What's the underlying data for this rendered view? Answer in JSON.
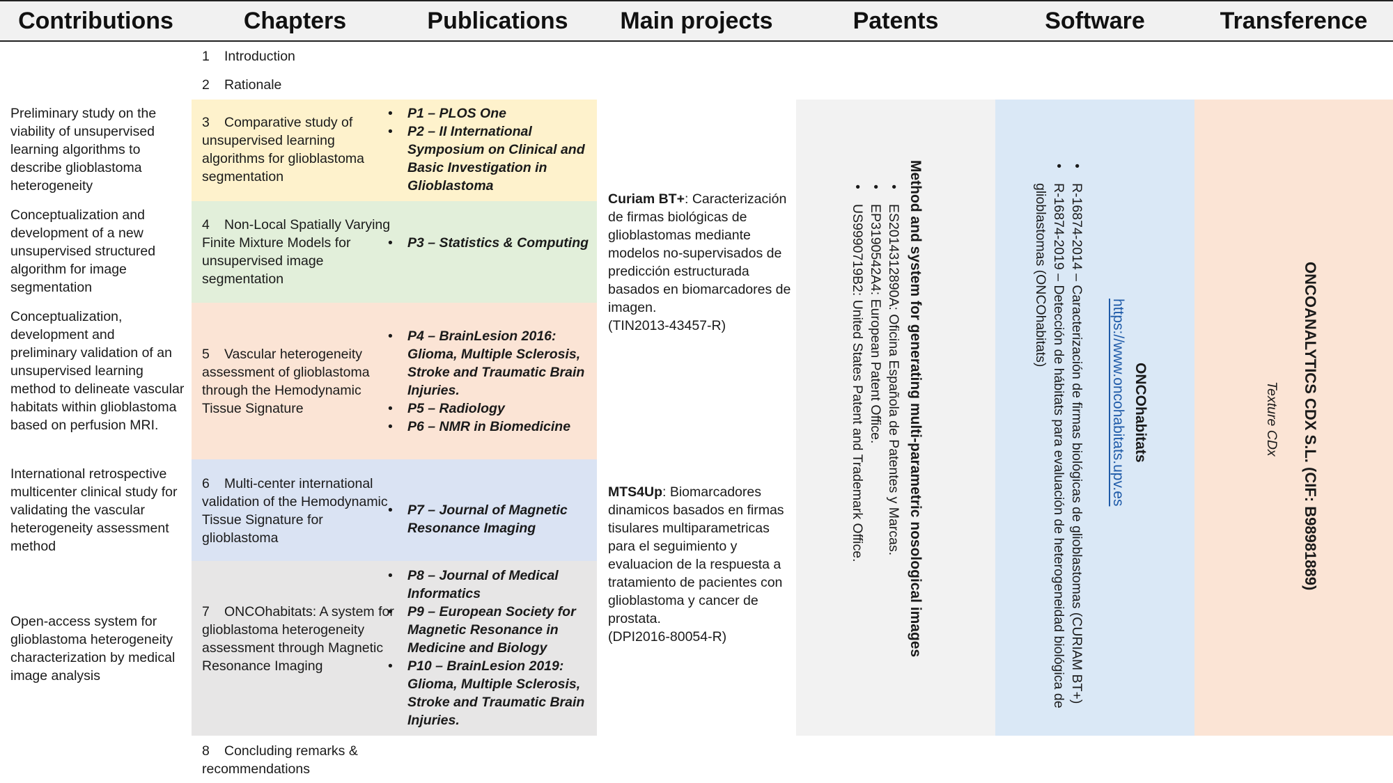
{
  "headers": {
    "contributions": "Contributions",
    "chapters": "Chapters",
    "publications": "Publications",
    "main_projects": "Main projects",
    "patents": "Patents",
    "software": "Software",
    "transference": "Transference"
  },
  "colors": {
    "ch3": "#fef2cc",
    "ch4": "#e2efda",
    "ch5": "#fbe4d5",
    "ch6": "#dae3f3",
    "ch7": "#e7e6e6",
    "patents": "#f2f2f2",
    "software": "#dae8f6",
    "transference": "#fbe4d5",
    "link": "#1e5aa8"
  },
  "chapters": {
    "ch1": {
      "num": "1",
      "title": "Introduction"
    },
    "ch2": {
      "num": "2",
      "title": "Rationale"
    },
    "ch3": {
      "num": "3",
      "title": "Comparative study of unsupervised learning algorithms for glioblastoma segmentation"
    },
    "ch4": {
      "num": "4",
      "title": "Non-Local Spatially Varying Finite Mixture Models for unsupervised image segmentation"
    },
    "ch5": {
      "num": "5",
      "title": "Vascular heterogeneity assessment of glioblastoma through the Hemodynamic Tissue Signature"
    },
    "ch6": {
      "num": "6",
      "title": "Multi-center international validation of the Hemodynamic Tissue Signature for glioblastoma"
    },
    "ch7": {
      "num": "7",
      "title": "ONCOhabitats: A system for glioblastoma heterogeneity assessment through Magnetic Resonance Imaging"
    },
    "ch8": {
      "num": "8",
      "title": "Concluding remarks & recommendations"
    }
  },
  "contributions": {
    "c3": "Preliminary study on the viability of unsupervised learning algorithms to describe glioblastoma heterogeneity",
    "c4": "Conceptualization and development of a new unsupervised structured algorithm for image segmentation",
    "c5": "Conceptualization, development and preliminary validation of an unsupervised learning method to delineate vascular habitats within glioblastoma based on perfusion MRI.",
    "c6": "International retrospective multicenter clinical study for validating the vascular heterogeneity assessment method",
    "c7": "Open-access system for glioblastoma heterogeneity characterization by medical image analysis"
  },
  "publications": {
    "p1": "P1 – PLOS One",
    "p2": "P2 – II International Symposium on Clinical and Basic Investigation in Glioblastoma",
    "p3": "P3 – Statistics & Computing",
    "p4": "P4 – BrainLesion 2016: Glioma, Multiple Sclerosis, Stroke and Traumatic Brain Injuries.",
    "p5": "P5 – Radiology",
    "p6": "P6 – NMR in Biomedicine",
    "p7": "P7 – Journal of Magnetic Resonance Imaging",
    "p8": "P8 – Journal of Medical Informatics",
    "p9": "P9 – European Society for Magnetic Resonance in Medicine and Biology",
    "p10": "P10 – BrainLesion 2019: Glioma, Multiple Sclerosis, Stroke and Traumatic Brain Injuries."
  },
  "projects": {
    "curiam_name": "Curiam BT+",
    "curiam_desc": ": Caracterización de firmas biológicas de glioblastomas mediante modelos no-supervisados de predicción estructurada basados en biomarcadores de imagen.",
    "curiam_code": "(TIN2013-43457-R)",
    "mts_name": "MTS4Up",
    "mts_desc": ": Biomarcadores dinamicos basados en firmas tisulares multiparametricas para el seguimiento y evaluacion de la respuesta a tratamiento de pacientes con glioblastoma y cancer de prostata.",
    "mts_code": "(DPI2016-80054-R)"
  },
  "patents": {
    "title": "Method and system for generating multi-parametric nosological images",
    "items": [
      "ES2014312890A: Oficina Española de Patentes y Marcas.",
      "EP3190542A4: European Patent Office.",
      "US9990719B2: United States Patent and Trademark Office."
    ]
  },
  "software": {
    "title": "ONCOhabitats",
    "link": "https://www.oncohabitats.upv.es",
    "item1": "R-16874-2014 – Caracterización de firmas biológicas de glioblastomas (CURIAM BT+)",
    "item2a": "R-16874-2019 – Detección de hábitats para evaluación de heterogeneidad biológica de",
    "item2b": "glioblastomas (ONCOhabitats)"
  },
  "transference": {
    "company": "ONCOANALYTICS CDX S.L. (CIF: B98981889)",
    "brand": "Texture CDx"
  }
}
